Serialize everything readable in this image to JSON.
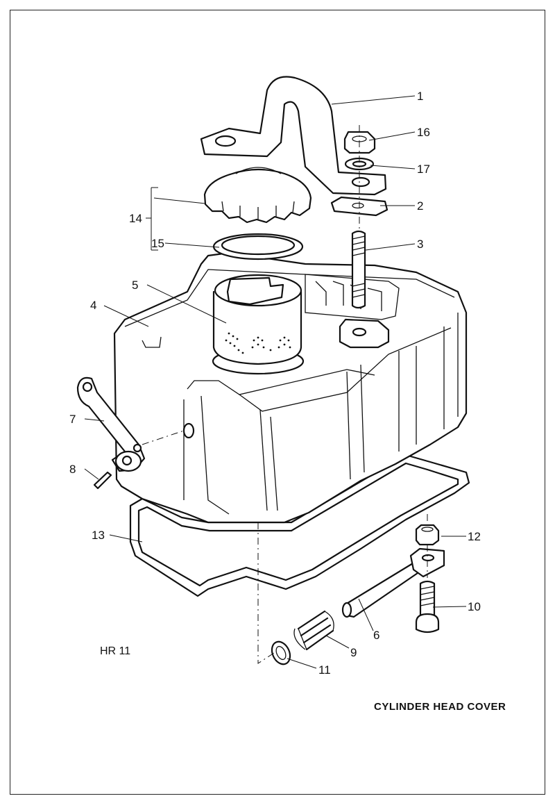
{
  "figure": {
    "title": "CYLINDER HEAD COVER",
    "drawing_code": "HR 11"
  },
  "callouts": [
    "1",
    "2",
    "3",
    "4",
    "5",
    "6",
    "7",
    "8",
    "9",
    "10",
    "11",
    "12",
    "13",
    "14",
    "15",
    "16",
    "17"
  ]
}
